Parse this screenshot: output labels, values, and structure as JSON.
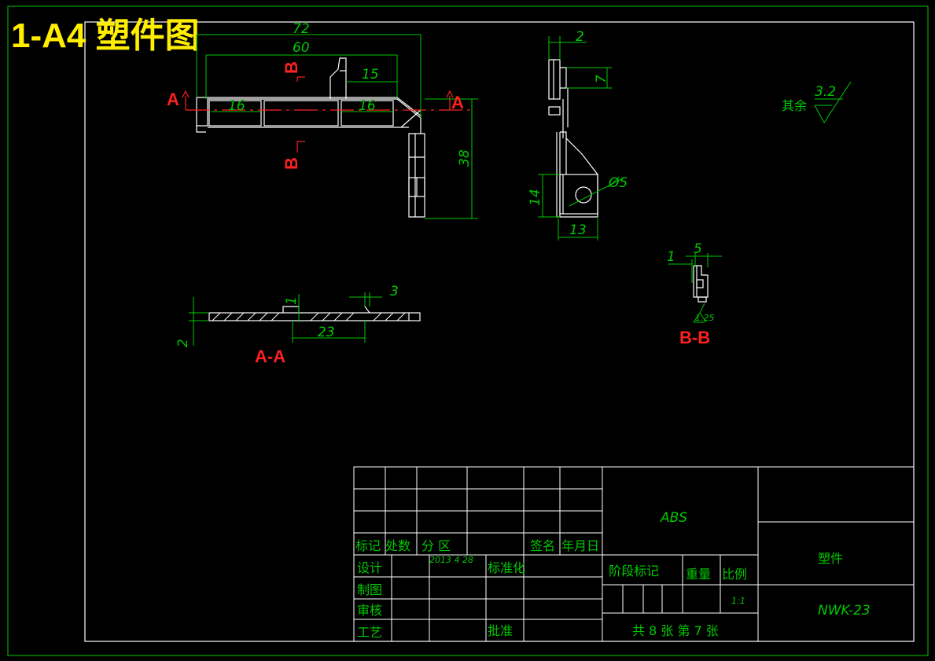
{
  "title": "1-A4  塑件图",
  "dimensions": {
    "d72": "72",
    "d60": "60",
    "d15": "15",
    "d16a": "16",
    "d16b": "16",
    "d38": "38",
    "d2_top": "2",
    "d7": "7",
    "d14": "14",
    "d13": "13",
    "phi5": "Ø5",
    "d1_bb": "1",
    "d5_bb": "5",
    "d3_aa": "3",
    "d1_aa": "1",
    "d23_aa": "23",
    "d2_aa": "2"
  },
  "section_labels": {
    "a_left": "A",
    "a_right": "A",
    "b_top": "B",
    "b_bottom": "B",
    "aa": "A-A",
    "bb": "B-B"
  },
  "roughness": {
    "label": "其余",
    "value": "3.2",
    "bb_value": "1.25"
  },
  "title_block": {
    "material": "ABS",
    "part_name": "塑件",
    "drawing_no": "NWK-23",
    "biaoji": "标记",
    "chushu": "处数",
    "fenqu": "分 区",
    "qianming": "签名",
    "nianyueri": "年月日",
    "sheji": "设计",
    "date": "2013 4 28",
    "biaozhunhua": "标准化",
    "jieduan": "阶段标记",
    "zhongliang": "重量",
    "bili": "比例",
    "scale": "1:1",
    "zhitu": "制图",
    "shenhe": "审核",
    "gongyi": "工艺",
    "pizhun": "批准",
    "sheets": "共 8 张  第 7 张"
  }
}
